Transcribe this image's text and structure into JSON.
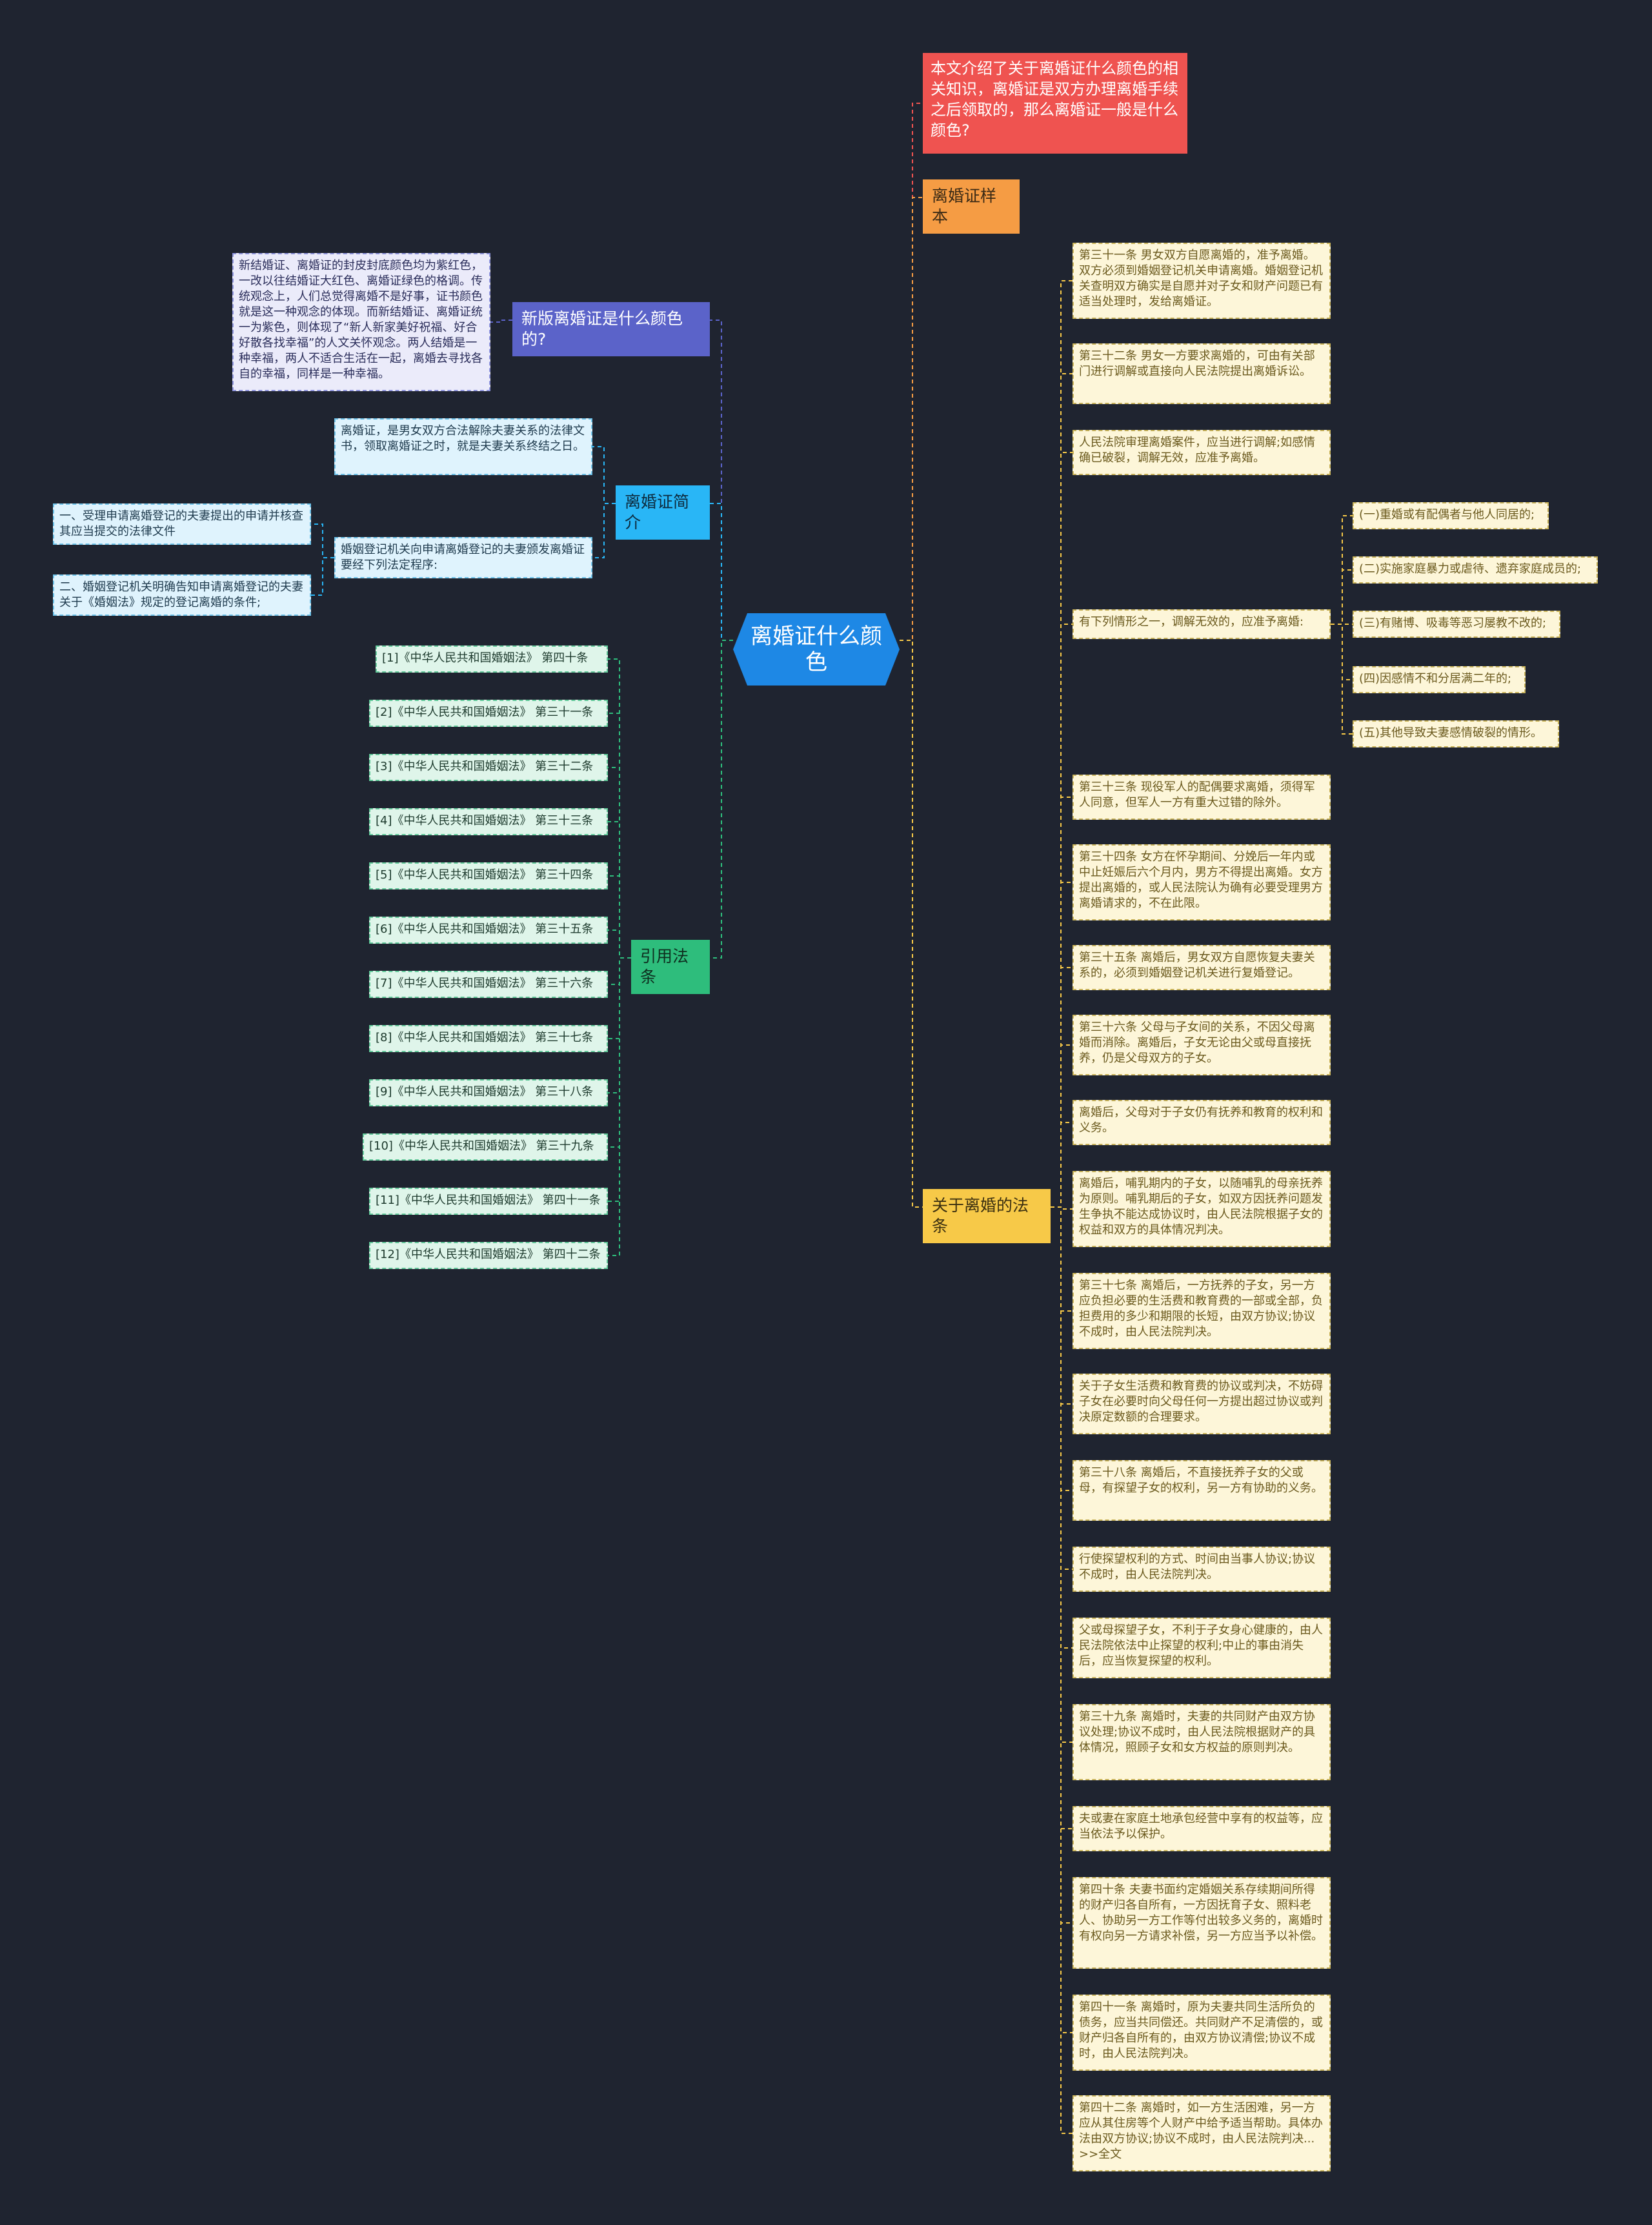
{
  "colors": {
    "background": "#1f2430",
    "root": "#1e88e5",
    "intro": "#ef5350",
    "sample": "#f59c44",
    "law": "#f7c948",
    "newver": "#5b63c9",
    "brief": "#29b6f6",
    "cite": "#2ebd7c"
  },
  "root": {
    "label": "离婚证什么颜色"
  },
  "intro": {
    "text": "本文介绍了关于离婚证什么颜色的相关知识，离婚证是双方办理离婚手续之后领取的，那么离婚证一般是什么颜色?"
  },
  "sample": {
    "label": "离婚证样本"
  },
  "law": {
    "label": "关于离婚的法条",
    "items": [
      "第三十一条 男女双方自愿离婚的，准予离婚。双方必须到婚姻登记机关申请离婚。婚姻登记机关查明双方确实是自愿并对子女和财产问题已有适当处理时，发给离婚证。",
      "第三十二条 男女一方要求离婚的，可由有关部门进行调解或直接向人民法院提出离婚诉讼。",
      "人民法院审理离婚案件，应当进行调解;如感情确已破裂，调解无效，应准予离婚。",
      "有下列情形之一，调解无效的，应准予离婚:",
      "第三十三条 现役军人的配偶要求离婚，须得军人同意，但军人一方有重大过错的除外。",
      "第三十四条 女方在怀孕期间、分娩后一年内或中止妊娠后六个月内，男方不得提出离婚。女方提出离婚的，或人民法院认为确有必要受理男方离婚请求的，不在此限。",
      "第三十五条 离婚后，男女双方自愿恢复夫妻关系的，必须到婚姻登记机关进行复婚登记。",
      "第三十六条 父母与子女间的关系，不因父母离婚而消除。离婚后，子女无论由父或母直接抚养，仍是父母双方的子女。",
      "离婚后，父母对于子女仍有抚养和教育的权利和义务。",
      "离婚后，哺乳期内的子女，以随哺乳的母亲抚养为原则。哺乳期后的子女，如双方因抚养问题发生争执不能达成协议时，由人民法院根据子女的权益和双方的具体情况判决。",
      "第三十七条 离婚后，一方抚养的子女，另一方应负担必要的生活费和教育费的一部或全部，负担费用的多少和期限的长短，由双方协议;协议不成时，由人民法院判决。",
      "关于子女生活费和教育费的协议或判决，不妨碍子女在必要时向父母任何一方提出超过协议或判决原定数额的合理要求。",
      "第三十八条 离婚后，不直接抚养子女的父或母，有探望子女的权利，另一方有协助的义务。",
      "行使探望权利的方式、时间由当事人协议;协议不成时，由人民法院判决。",
      "父或母探望子女，不利于子女身心健康的，由人民法院依法中止探望的权利;中止的事由消失后，应当恢复探望的权利。",
      "第三十九条 离婚时，夫妻的共同财产由双方协议处理;协议不成时，由人民法院根据财产的具体情况，照顾子女和女方权益的原则判决。",
      "夫或妻在家庭土地承包经营中享有的权益等，应当依法予以保护。",
      "第四十条 夫妻书面约定婚姻关系存续期间所得的财产归各自所有，一方因抚育子女、照料老人、协助另一方工作等付出较多义务的，离婚时有权向另一方请求补偿，另一方应当予以补偿。",
      "第四十一条 离婚时，原为夫妻共同生活所负的债务，应当共同偿还。共同财产不足清偿的，或财产归各自所有的，由双方协议清偿;协议不成时，由人民法院判决。",
      "第四十二条 离婚时，如一方生活困难，另一方应从其住房等个人财产中给予适当帮助。具体办法由双方协议;协议不成时，由人民法院判决...>>全文"
    ],
    "sub": [
      "(一)重婚或有配偶者与他人同居的;",
      "(二)实施家庭暴力或虐待、遗弃家庭成员的;",
      "(三)有赌博、吸毒等恶习屡教不改的;",
      "(四)因感情不和分居满二年的;",
      "(五)其他导致夫妻感情破裂的情形。"
    ]
  },
  "newver": {
    "label": "新版离婚证是什么颜色的?",
    "text": "新结婚证、离婚证的封皮封底颜色均为紫红色，一改以往结婚证大红色、离婚证绿色的格调。传统观念上，人们总觉得离婚不是好事，证书颜色就是这一种观念的体现。而新结婚证、离婚证统一为紫色，则体现了“新人新家美好祝福、好合好散各找幸福”的人文关怀观念。两人结婚是一种幸福，两人不适合生活在一起，离婚去寻找各自的幸福，同样是一种幸福。"
  },
  "brief": {
    "label": "离婚证简介",
    "items": [
      "离婚证，是男女双方合法解除夫妻关系的法律文书，领取离婚证之时，就是夫妻关系终结之日。",
      "婚姻登记机关向申请离婚登记的夫妻颁发离婚证要经下列法定程序:"
    ],
    "sub": [
      "一、受理申请离婚登记的夫妻提出的申请并核查其应当提交的法律文件",
      "二、婚姻登记机关明确告知申请离婚登记的夫妻关于《婚姻法》规定的登记离婚的条件;"
    ]
  },
  "cite": {
    "label": "引用法条",
    "items": [
      "[1]《中华人民共和国婚姻法》 第四十条",
      "[2]《中华人民共和国婚姻法》 第三十一条",
      "[3]《中华人民共和国婚姻法》 第三十二条",
      "[4]《中华人民共和国婚姻法》 第三十三条",
      "[5]《中华人民共和国婚姻法》 第三十四条",
      "[6]《中华人民共和国婚姻法》 第三十五条",
      "[7]《中华人民共和国婚姻法》 第三十六条",
      "[8]《中华人民共和国婚姻法》 第三十七条",
      "[9]《中华人民共和国婚姻法》 第三十八条",
      "[10]《中华人民共和国婚姻法》 第三十九条",
      "[11]《中华人民共和国婚姻法》 第四十一条",
      "[12]《中华人民共和国婚姻法》 第四十二条"
    ]
  }
}
